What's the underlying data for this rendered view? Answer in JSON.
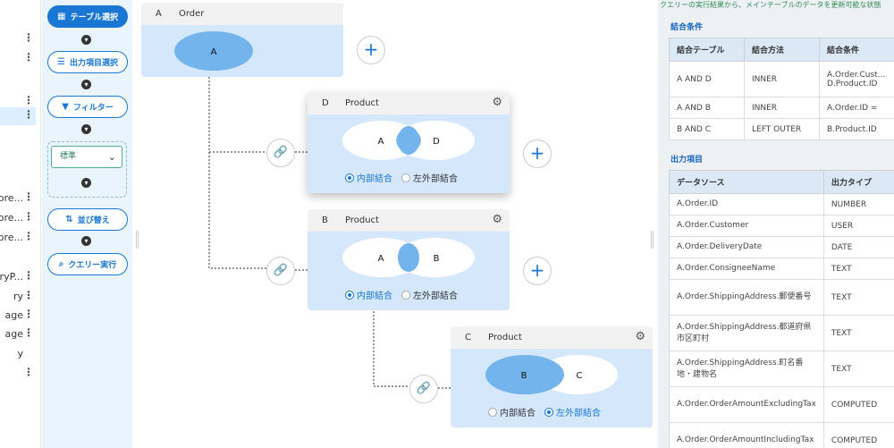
{
  "left_strip": {
    "rows": [
      {
        "text": "",
        "dots": "⋮",
        "active": false
      },
      {
        "text": "",
        "dots": "⋮",
        "active": false
      },
      {
        "text": "",
        "dots": "⋮",
        "active": false
      },
      {
        "text": "",
        "dots": "⋮",
        "active": true
      },
      {
        "text": "ore...",
        "dots": "⋮",
        "active": false
      },
      {
        "text": "ore...",
        "dots": "⋮",
        "active": false
      },
      {
        "text": "ore...",
        "dots": "⋮",
        "active": false
      },
      {
        "text": "ryP...",
        "dots": "⋮",
        "active": false
      },
      {
        "text": "ry",
        "dots": "⋮",
        "active": false
      },
      {
        "text": "age",
        "dots": "⋮",
        "active": false
      },
      {
        "text": "age",
        "dots": "⋮",
        "active": false
      },
      {
        "text": "y",
        "dots": "",
        "active": false
      },
      {
        "text": "",
        "dots": "⋮",
        "active": false
      }
    ]
  },
  "toolbar": {
    "table_select": "テーブル選択",
    "output_select": "出力項目選択",
    "filter": "フィルター",
    "standard": "標準",
    "sort": "並び替え",
    "run_query": "クエリー実行"
  },
  "nodes": {
    "a": {
      "alias": "A",
      "table": "Order",
      "circle": "A"
    },
    "d": {
      "alias": "D",
      "table": "Product",
      "left": "A",
      "right": "D",
      "inner": "内部結合",
      "left_outer": "左外部結合",
      "selected": "inner"
    },
    "b": {
      "alias": "B",
      "table": "Product",
      "left": "A",
      "right": "B",
      "inner": "内部結合",
      "left_outer": "左外部結合",
      "selected": "inner"
    },
    "c": {
      "alias": "C",
      "table": "Product",
      "left": "B",
      "right": "C",
      "inner": "内部結合",
      "left_outer": "左外部結合",
      "selected": "left_outer"
    }
  },
  "right_panel": {
    "note": "クエリーの実行結果から、メインテーブルのデータを更新可能な状態",
    "join_title": "結合条件",
    "join_headers": [
      "結合テーブル",
      "結合方法",
      "結合条件"
    ],
    "join_rows": [
      {
        "tables": "A AND D",
        "method": "INNER",
        "cond": "A.Order.Cust... D.Product.ID"
      },
      {
        "tables": "A AND B",
        "method": "INNER",
        "cond": "A.Order.ID ="
      },
      {
        "tables": "B AND C",
        "method": "LEFT OUTER",
        "cond": "B.Product.ID"
      }
    ],
    "output_title": "出力項目",
    "output_headers": [
      "データソース",
      "出力タイプ"
    ],
    "output_rows": [
      {
        "src": "A.Order.ID",
        "type": "NUMBER"
      },
      {
        "src": "A.Order.Customer",
        "type": "USER"
      },
      {
        "src": "A.Order.DeliveryDate",
        "type": "DATE"
      },
      {
        "src": "A.Order.ConsigneeName",
        "type": "TEXT"
      },
      {
        "src": "A.Order.ShippingAddress.郵便番号",
        "type": "TEXT"
      },
      {
        "src": "A.Order.ShippingAddress.都道府県 市区町村",
        "type": "TEXT"
      },
      {
        "src": "A.Order.ShippingAddress.町名番地・建物名",
        "type": "TEXT"
      },
      {
        "src": "A.Order.OrderAmountExcludingTax",
        "type": "COMPUTED"
      },
      {
        "src": "A.Order.OrderAmountIncludingTax",
        "type": "COMPUTED"
      }
    ]
  },
  "colors": {
    "accent": "#1976d2",
    "node_bg": "#d4e7fb",
    "circle_fill": "#74b4ec",
    "section_text": "#1565c0"
  },
  "icons": {
    "plus": "plus-icon",
    "link": "link-icon",
    "gear": "gear-icon"
  }
}
